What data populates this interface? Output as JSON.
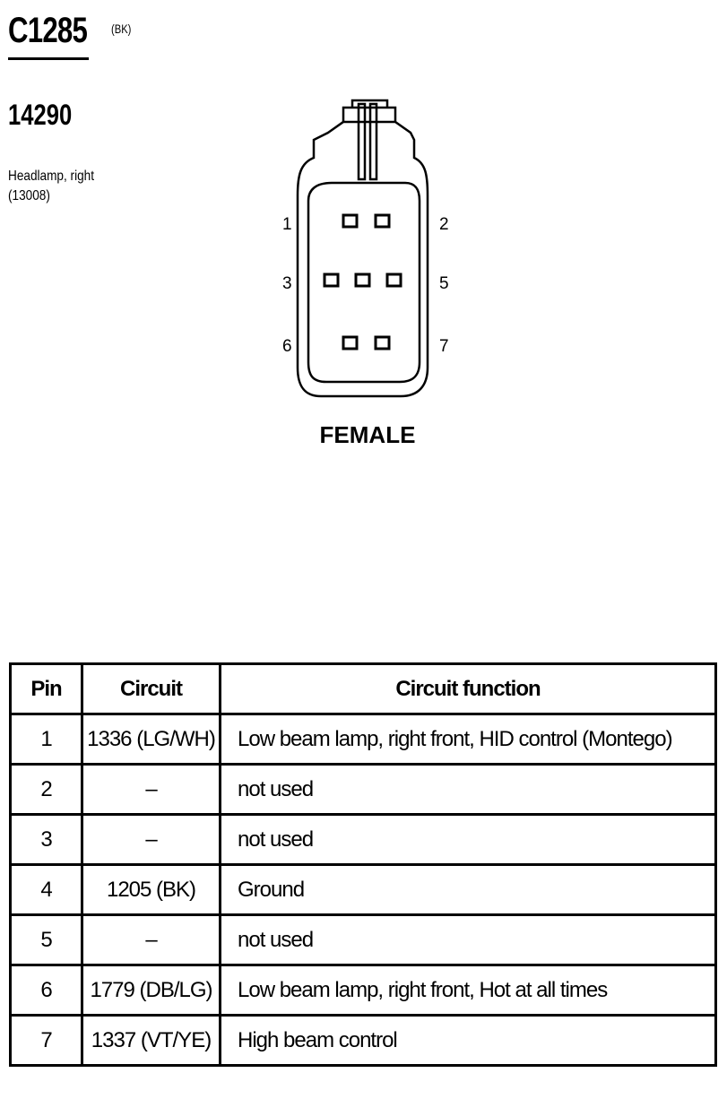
{
  "connector": {
    "id": "C1285",
    "color": "(BK)",
    "part_number": "14290",
    "description_line1": "Headlamp, right",
    "description_line2": "(13008)"
  },
  "diagram": {
    "gender_label": "FEMALE",
    "pin_labels": [
      "1",
      "2",
      "3",
      "5",
      "6",
      "7"
    ]
  },
  "table": {
    "headers": [
      "Pin",
      "Circuit",
      "Circuit function"
    ],
    "rows": [
      {
        "pin": "1",
        "circuit": "1336 (LG/WH)",
        "function": "Low beam lamp, right front, HID control (Montego)"
      },
      {
        "pin": "2",
        "circuit": "–",
        "function": "not used"
      },
      {
        "pin": "3",
        "circuit": "–",
        "function": "not used"
      },
      {
        "pin": "4",
        "circuit": "1205 (BK)",
        "function": "Ground"
      },
      {
        "pin": "5",
        "circuit": "–",
        "function": "not used"
      },
      {
        "pin": "6",
        "circuit": "1779 (DB/LG)",
        "function": "Low beam lamp, right front, Hot at all times"
      },
      {
        "pin": "7",
        "circuit": "1337 (VT/YE)",
        "function": "High beam control"
      }
    ]
  }
}
